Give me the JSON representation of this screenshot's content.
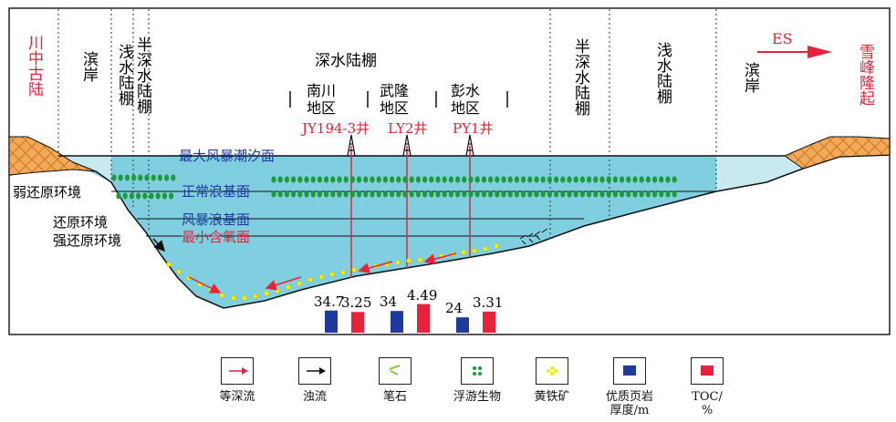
{
  "left_margin_label": "川中古陆",
  "right_margin_label": "雪峰隆起",
  "direction_label": "ES",
  "zones": {
    "shore_left": "滨岸",
    "shallow_left": "浅水陆棚",
    "semi_deep_left": "半深水陆棚",
    "deep": "深水陆棚",
    "semi_deep_right": "半深水陆棚",
    "shallow_right": "浅水陆棚",
    "shore_right": "滨岸"
  },
  "regions": [
    {
      "name_line1": "南川",
      "name_line2": "地区",
      "well": "JY194-3井"
    },
    {
      "name_line1": "武隆",
      "name_line2": "地区",
      "well": "LY2井"
    },
    {
      "name_line1": "彭水",
      "name_line2": "地区",
      "well": "PY1井"
    }
  ],
  "levels": {
    "max_storm_tide": "最大风暴潮汐面",
    "normal_wave_base": "正常浪基面",
    "storm_wave_base": "风暴浪基面",
    "min_oxygen": "最小含氧面"
  },
  "environments": {
    "weak_reducing": "弱还原环境",
    "reducing": "还原环境",
    "strong_reducing": "强还原环境"
  },
  "bars": [
    {
      "thickness": 34.7,
      "toc": 3.25
    },
    {
      "thickness": 34,
      "toc": 4.49
    },
    {
      "thickness": 24,
      "toc": 3.31
    }
  ],
  "legend": [
    {
      "label": "等深流",
      "icon": "red-arrow-icon"
    },
    {
      "label": "浊流",
      "icon": "black-arrow-icon"
    },
    {
      "label": "笔石",
      "icon": "graptolite-icon"
    },
    {
      "label": "浮游生物",
      "icon": "plankton-icon"
    },
    {
      "label": "黄铁矿",
      "icon": "pyrite-icon"
    },
    {
      "label": "优质页岩厚度/m",
      "label_line1": "优质页岩",
      "label_line2": "厚度/m",
      "icon": "blue-bar-icon"
    },
    {
      "label": "TOC/%",
      "label_line1": "TOC/",
      "label_line2": "%",
      "icon": "red-bar-icon"
    }
  ],
  "colors": {
    "water": "#7fcfe0",
    "shallow_water": "#c8e9f0",
    "land": "#f3a95a",
    "red": "#e8223a",
    "blue": "#1f3a9c",
    "green": "#1f9a3a",
    "yellow": "#f4f000"
  }
}
